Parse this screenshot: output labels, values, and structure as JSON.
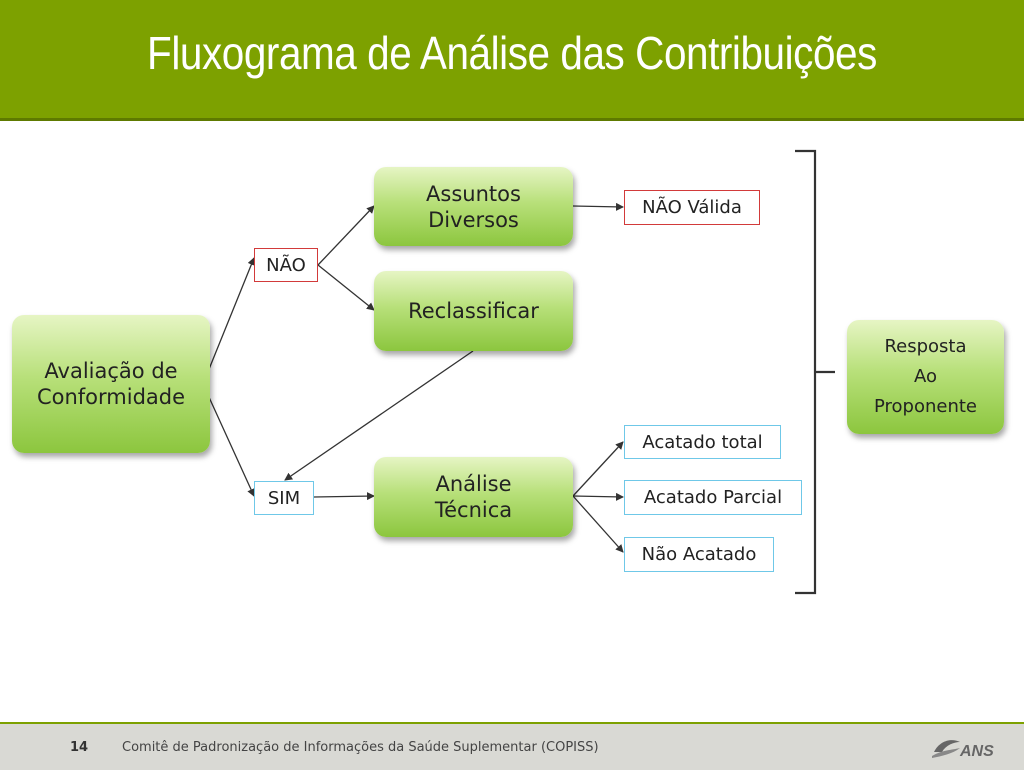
{
  "title": "Fluxograma de Análise das Contribuições",
  "nodes": {
    "avaliacao": "Avaliação de Conformidade",
    "nao": "NÃO",
    "sim": "SIM",
    "assuntos": "Assuntos Diversos",
    "reclassificar": "Reclassificar",
    "analise": "Análise Técnica",
    "nao_valida": "NÃO Válida",
    "acatado_total": "Acatado total",
    "acatado_parcial": "Acatado Parcial",
    "nao_acatado": "Não Acatado",
    "resposta_l1": "Resposta",
    "resposta_l2": "Ao",
    "resposta_l3": "Proponente"
  },
  "footer": {
    "page": "14",
    "text": "Comitê de Padronização de Informações da Saúde Suplementar (COPISS)",
    "logo": "ANS"
  },
  "colors": {
    "header": "#7da100",
    "red_border": "#d23a3a",
    "blue_border": "#6fc8e8"
  }
}
